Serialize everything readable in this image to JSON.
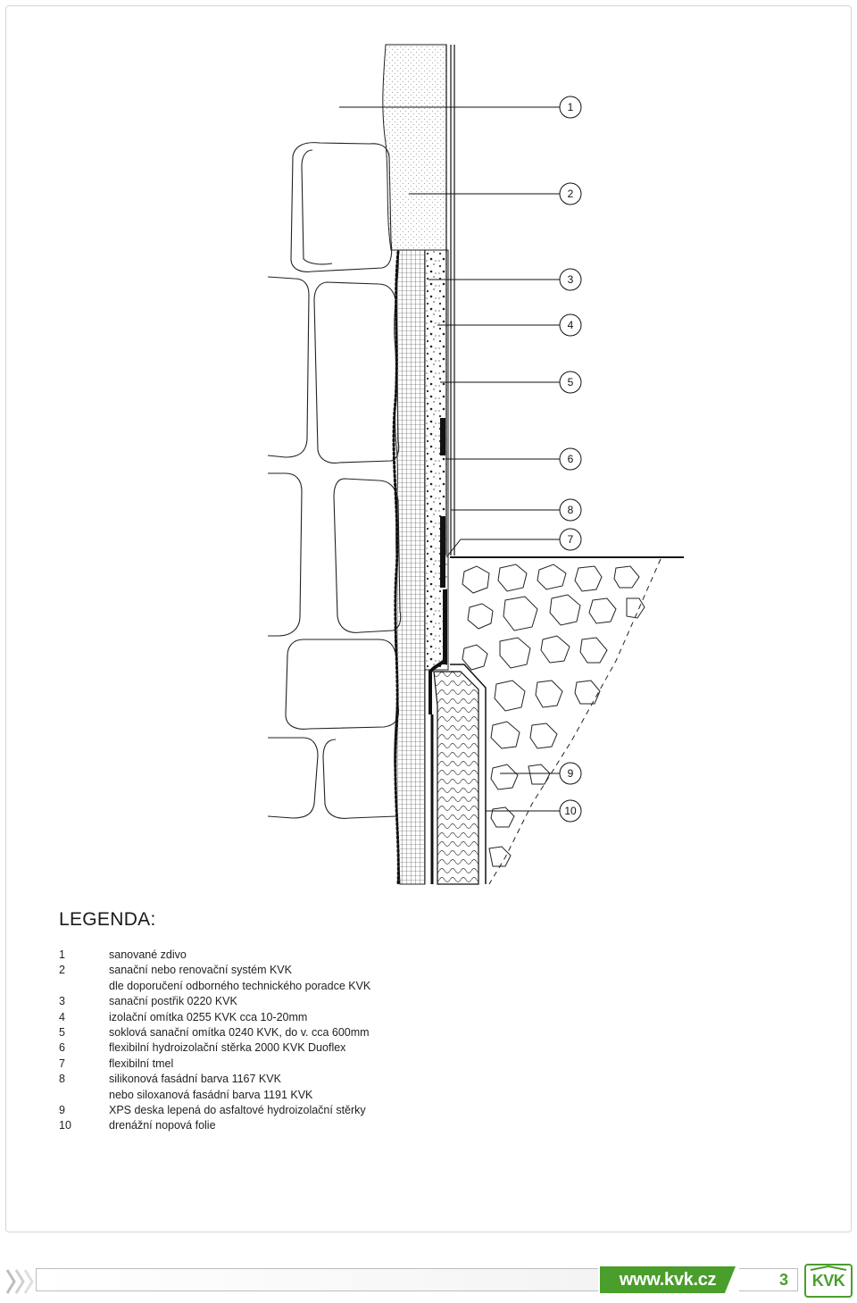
{
  "callouts": [
    "1",
    "2",
    "3",
    "4",
    "5",
    "6",
    "8",
    "7",
    "9",
    "10"
  ],
  "legend": {
    "title": "LEGENDA:",
    "items": [
      {
        "num": "1",
        "text": "sanované zdivo"
      },
      {
        "num": "2",
        "text": "sanační nebo renovační systém KVK"
      },
      {
        "num": "",
        "text": "dle doporučení odborného technického poradce KVK"
      },
      {
        "num": "3",
        "text": "sanační postřik 0220 KVK"
      },
      {
        "num": "4",
        "text": "izolační omítka 0255 KVK cca 10-20mm"
      },
      {
        "num": "5",
        "text": "soklová sanační omítka 0240 KVK, do v. cca 600mm"
      },
      {
        "num": "6",
        "text": "flexibilní hydroizolační stěrka 2000 KVK Duoflex"
      },
      {
        "num": "7",
        "text": "flexibilní tmel"
      },
      {
        "num": "8",
        "text": "silikonová fasádní barva 1167 KVK"
      },
      {
        "num": "",
        "text": "nebo siloxanová fasádní barva 1191 KVK"
      },
      {
        "num": "9",
        "text": "XPS deska lepená do asfaltové hydroizolační stěrky"
      },
      {
        "num": "10",
        "text": "drenážní nopová folie"
      }
    ]
  },
  "footer": {
    "url": "www.kvk.cz",
    "page_number": "3",
    "logo_text": "KVK"
  },
  "colors": {
    "brand_green": "#4a9e2c",
    "line": "#1a1a1a"
  }
}
